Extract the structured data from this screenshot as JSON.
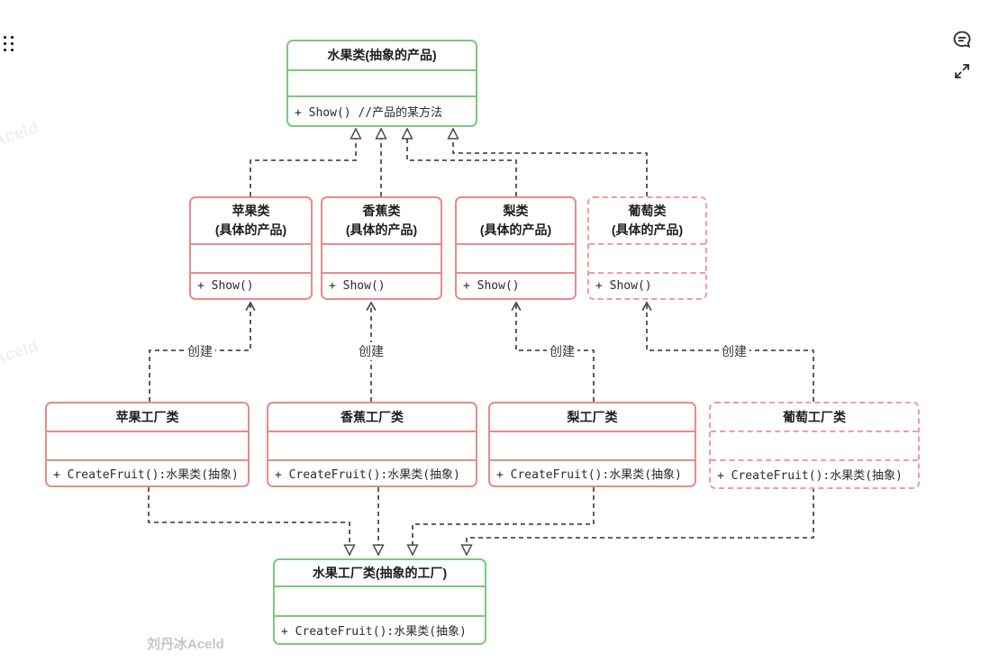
{
  "watermark": {
    "text": "刘丹冰Aceld"
  },
  "icons": {
    "top_left": "drag-handle-icon",
    "top_right": [
      "comment-icon",
      "expand-icon"
    ]
  },
  "colors": {
    "abstract_border": "#7cc87f",
    "concrete_border": "#e88b8b",
    "planned_border": "#f09d9d",
    "connector_line": "#4d4d4d"
  },
  "diagram": {
    "classes": [
      {
        "id": "fruit-abstract",
        "title": "水果类(抽象的产品)",
        "method": "+ Show() //产品的某方法"
      },
      {
        "id": "apple-product",
        "title": "苹果类",
        "subtitle": "(具体的产品)",
        "method": "+ Show()"
      },
      {
        "id": "banana-product",
        "title": "香蕉类",
        "subtitle": "(具体的产品)",
        "method": "+ Show()"
      },
      {
        "id": "pear-product",
        "title": "梨类",
        "subtitle": "(具体的产品)",
        "method": "+ Show()"
      },
      {
        "id": "grape-product",
        "title": "葡萄类",
        "subtitle": "(具体的产品)",
        "method": "+ Show()"
      },
      {
        "id": "apple-factory",
        "title": "苹果工厂类",
        "method": "+ CreateFruit():水果类(抽象)"
      },
      {
        "id": "banana-factory",
        "title": "香蕉工厂类",
        "method": "+ CreateFruit():水果类(抽象)"
      },
      {
        "id": "pear-factory",
        "title": "梨工厂类",
        "method": "+ CreateFruit():水果类(抽象)"
      },
      {
        "id": "grape-factory",
        "title": "葡萄工厂类",
        "method": "+ CreateFruit():水果类(抽象)"
      },
      {
        "id": "fruit-factory-abstract",
        "title": "水果工厂类(抽象的工厂)",
        "method": "+ CreateFruit():水果类(抽象)"
      }
    ],
    "connector_labels": [
      "创建",
      "创建",
      "创建",
      "创建"
    ]
  }
}
